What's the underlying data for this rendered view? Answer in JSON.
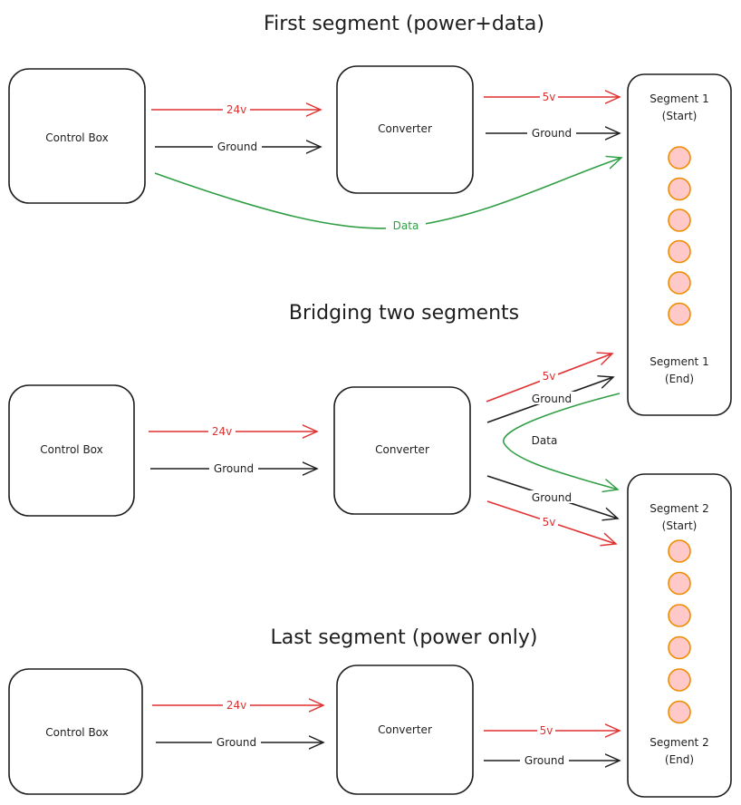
{
  "sections": [
    {
      "id": "first",
      "title": "First segment (power+data)",
      "control_box": "Control Box",
      "converter": "Converter",
      "wires": {
        "cb_to_conv_power": "24v",
        "cb_to_conv_ground": "Ground",
        "conv_to_seg_power": "5v",
        "conv_to_seg_ground": "Ground",
        "data": "Data"
      }
    },
    {
      "id": "bridge",
      "title": "Bridging two segments",
      "control_box": "Control Box",
      "converter": "Converter",
      "wires": {
        "cb_to_conv_power": "24v",
        "cb_to_conv_ground": "Ground",
        "conv_to_seg1_power": "5v",
        "conv_to_seg1_ground": "Ground",
        "conv_to_seg2_ground": "Ground",
        "conv_to_seg2_power": "5v",
        "data": "Data"
      }
    },
    {
      "id": "last",
      "title": "Last segment (power only)",
      "control_box": "Control Box",
      "converter": "Converter",
      "wires": {
        "cb_to_conv_power": "24v",
        "cb_to_conv_ground": "Ground",
        "conv_to_seg_power": "5v",
        "conv_to_seg_ground": "Ground"
      }
    }
  ],
  "segments": [
    {
      "start_line1": "Segment 1",
      "start_line2": "(Start)",
      "end_line1": "Segment 1",
      "end_line2": "(End)",
      "led_count": 6
    },
    {
      "start_line1": "Segment 2",
      "start_line2": "(Start)",
      "end_line1": "Segment 2",
      "end_line2": "(End)",
      "led_count": 6
    }
  ],
  "colors": {
    "power": "#e03131",
    "ground": "#1e1e1e",
    "data": "#2f9e44",
    "led_fill": "#ffc9c9",
    "led_stroke": "#f08c00"
  }
}
